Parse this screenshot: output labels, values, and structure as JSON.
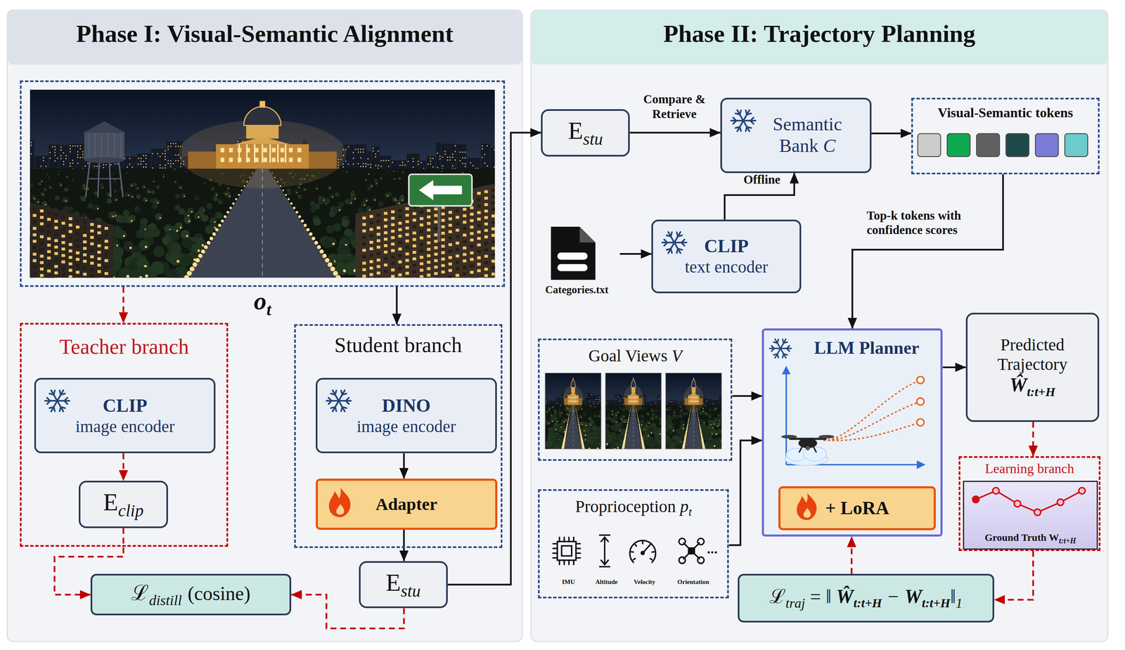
{
  "diagram": {
    "nodes": [
      {
        "text": [
          "Phase I: Visual-Semantic Alignment"
        ]
      },
      {
        "text": [
          "Phase II: Trajectory Planning"
        ]
      },
      {
        "text": [
          "o",
          "t"
        ],
        "in": 0
      },
      {
        "text": [
          "Teacher branch"
        ],
        "in": 0
      },
      {
        "text": [
          "CLIP",
          "image encoder"
        ],
        "in": 3
      },
      {
        "text": [
          "E",
          "clip"
        ],
        "in": 3
      },
      {
        "text": [
          "Student branch"
        ],
        "in": 0
      },
      {
        "text": [
          "DINO",
          "image encoder"
        ],
        "in": 6
      },
      {
        "text": [
          "Adapter"
        ],
        "in": 6
      },
      {
        "text": [
          "E",
          "stu"
        ],
        "in": 0
      },
      {
        "text": [
          "ℒ",
          "distill",
          "(cosine)"
        ],
        "in": 0
      },
      {
        "text": [
          "E",
          "stu"
        ],
        "in": 1
      },
      {
        "text": [
          "Semantic Bank",
          "C"
        ],
        "in": 1
      },
      {
        "text": [
          "Visual-Semantic tokens"
        ],
        "in": 1
      },
      {
        "text": [
          "Categories.txt"
        ],
        "in": 1
      },
      {
        "text": [
          "CLIP",
          "text encoder"
        ],
        "in": 1
      },
      {
        "text": [
          "Goal Views",
          "V"
        ],
        "in": 1
      },
      {
        "text": [
          "Proprioception",
          "p",
          "t",
          "IMU",
          "Altitude",
          "Velocity",
          "Orientation"
        ],
        "in": 1
      },
      {
        "text": [
          "LLM Planner"
        ],
        "in": 1
      },
      {
        "text": [
          "+ LoRA"
        ],
        "in": 18
      },
      {
        "text": [
          "Predicted Trajectory",
          "Ŵ",
          "t:t+H"
        ],
        "in": 1
      },
      {
        "text": [
          "Learning branch"
        ],
        "in": 1
      },
      {
        "text": [
          "Ground Truth W",
          "t:t+H"
        ],
        "in": 21
      },
      {
        "text": [
          "ℒ",
          "traj",
          "= ‖",
          "Ŵ",
          "t:t+H",
          "−",
          "W",
          "t:t+H",
          "‖",
          "1"
        ],
        "in": 1
      }
    ],
    "edges": [
      {
        "from": 2,
        "to": 3,
        "arrow": "to"
      },
      {
        "from": 2,
        "to": 6,
        "arrow": "to"
      },
      {
        "from": 4,
        "to": 5,
        "arrow": "to"
      },
      {
        "from": 5,
        "to": 10,
        "arrow": "to"
      },
      {
        "from": 7,
        "to": 8,
        "arrow": "to"
      },
      {
        "from": 8,
        "to": 9,
        "arrow": "to"
      },
      {
        "from": 9,
        "to": 10,
        "arrow": "to"
      },
      {
        "from": 9,
        "to": 11,
        "arrow": "to"
      },
      {
        "from": 11,
        "to": 12,
        "label": "Compare & Retrieve",
        "arrow": "to"
      },
      {
        "from": 15,
        "to": 12,
        "label": "Offline",
        "arrow": "to"
      },
      {
        "from": 14,
        "to": 15,
        "arrow": "to"
      },
      {
        "from": 12,
        "to": 13,
        "arrow": "to"
      },
      {
        "from": 13,
        "to": 18,
        "label": "Top-k tokens with confidence scores",
        "arrow": "to"
      },
      {
        "from": 16,
        "to": 18,
        "arrow": "to"
      },
      {
        "from": 17,
        "to": 18,
        "arrow": "to"
      },
      {
        "from": 18,
        "to": 20,
        "arrow": "to"
      },
      {
        "from": 20,
        "to": 21,
        "arrow": "to"
      },
      {
        "from": 21,
        "to": 23,
        "arrow": "to"
      },
      {
        "from": 23,
        "to": 18,
        "arrow": "to"
      }
    ]
  }
}
